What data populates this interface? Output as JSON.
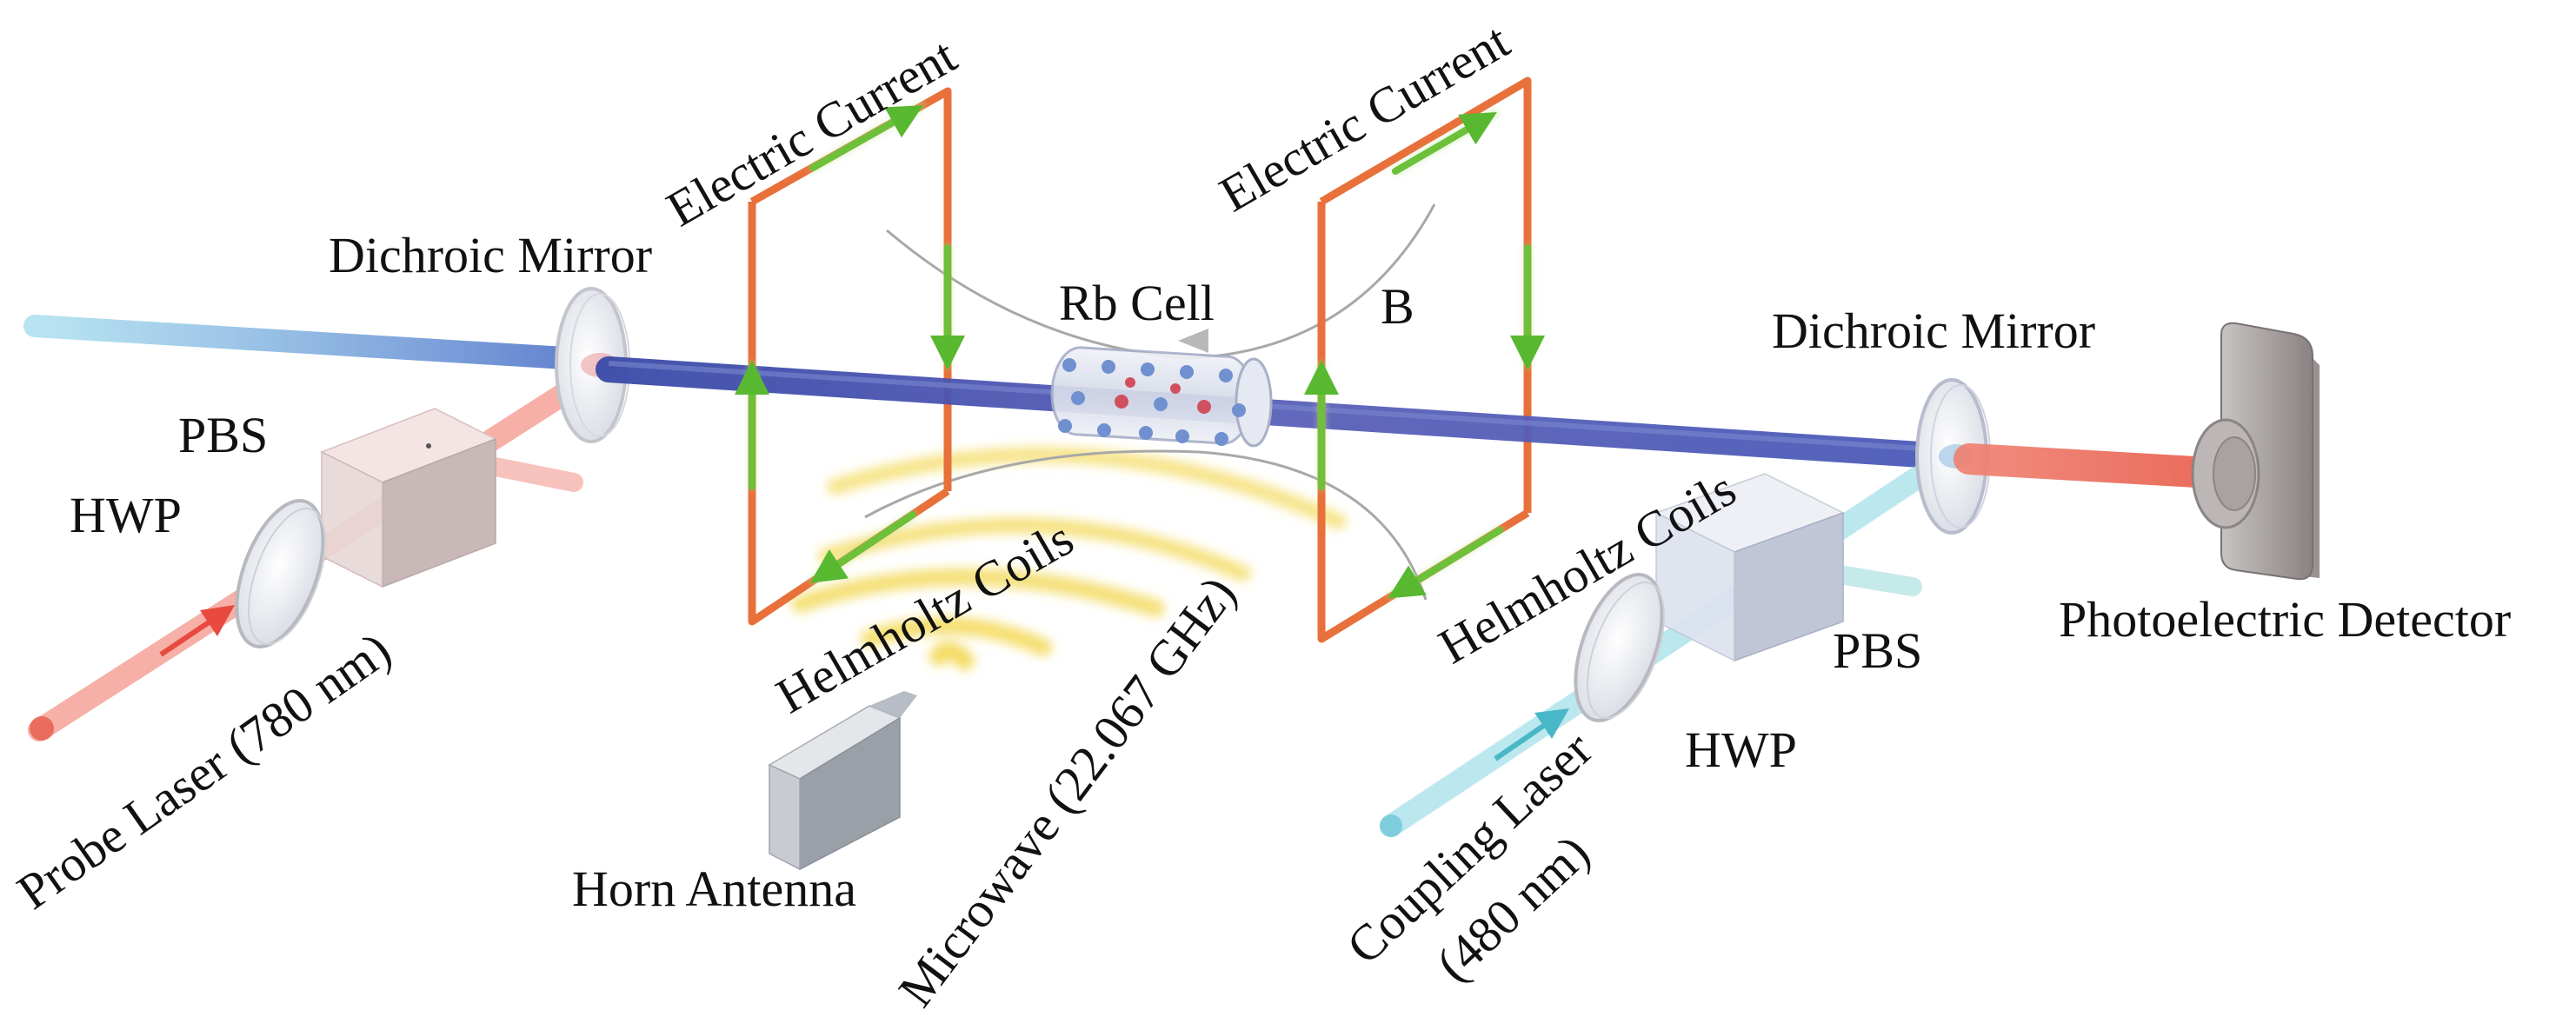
{
  "labels": {
    "dichroic_mirror_left": "Dichroic Mirror",
    "electric_current_left": "Electric Current",
    "electric_current_right": "Electric Current",
    "rb_cell": "Rb Cell",
    "b_field": "B",
    "dichroic_mirror_right": "Dichroic Mirror",
    "pbs_left": "PBS",
    "hwp_left": "HWP",
    "helmholtz_coils_left": "Helmholtz Coils",
    "helmholtz_coils_right": "Helmholtz Coils",
    "photoelectric_detector": "Photoelectric Detector",
    "pbs_right": "PBS",
    "hwp_right": "HWP",
    "probe_laser": "Probe Laser (780 nm)",
    "horn_antenna": "Horn Antenna",
    "microwave": "Microwave (22.067 GHz)",
    "coupling_laser_line1": "Coupling Laser",
    "coupling_laser_line2": "(480 nm)"
  },
  "colors": {
    "probe_beam": "#f07060",
    "coupling_beam": "#70c8d8",
    "combined_beam": "#3a4fb0",
    "coil": "#e8703a",
    "current_arrow": "#6cc03a",
    "field_line": "#a8a8a8",
    "microwave": "#f2d64a"
  }
}
